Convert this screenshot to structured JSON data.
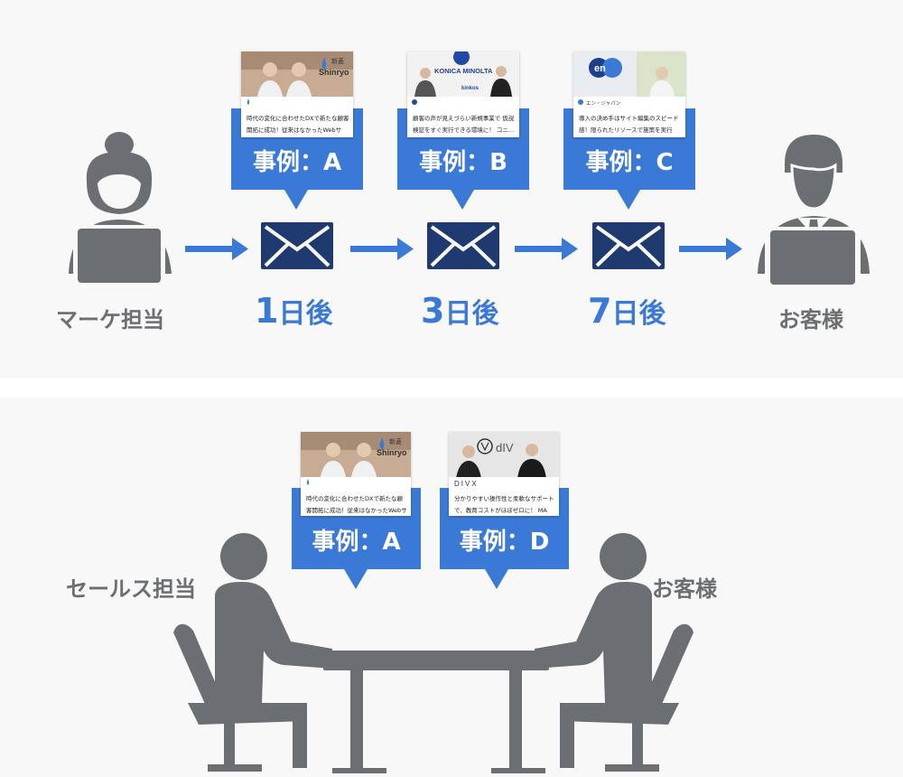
{
  "top": {
    "marketer_label": "マーケ担当",
    "customer_label": "お客様",
    "steps": [
      {
        "day_num": "1",
        "day_unit": "日後",
        "case_label": "事例：A",
        "card_text": "時代の変化に合わせたDXで新たな顧客開拓に成功！従来はなかったWebサイ…",
        "brand": "Shinryo",
        "brand_jp": "新菱"
      },
      {
        "day_num": "3",
        "day_unit": "日後",
        "case_label": "事例：B",
        "card_text": "顧客の声が見えづらい新規事業で 仮説検証をすぐ実行できる環境に！ コニ…",
        "brand": "KONICA MINOLTA",
        "brand_sub": "kinkos"
      },
      {
        "day_num": "7",
        "day_unit": "日後",
        "case_label": "事例：C",
        "card_text": "導入の決め手はサイト編集のスピード感！限られたリソースで施策を実行す…",
        "brand": "en",
        "brand_sub": "エン・ジャパン"
      }
    ]
  },
  "bottom": {
    "sales_label": "セールス担当",
    "customer_label": "お客様",
    "cases": [
      {
        "case_label": "事例：A",
        "card_text": "時代の変化に合わせたDXで新たな顧客開拓に成功！従来はなかったWebサイ…",
        "brand": "Shinryo",
        "brand_jp": "新菱"
      },
      {
        "case_label": "事例：D",
        "card_text": "分かりやすい操作性と柔軟なサポートで、教育コストがほぼゼロに！ MA機…",
        "brand": "DIVX",
        "brand_logo": "dIV"
      }
    ]
  },
  "colors": {
    "accent": "#3a7ad6",
    "envelope": "#1e3a6e",
    "person": "#6b6e72",
    "panel": "#f8f8f9"
  },
  "icons": [
    "person-woman-laptop-icon",
    "person-man-laptop-icon",
    "envelope-icon",
    "arrow-right-icon",
    "meeting-table-icon"
  ]
}
